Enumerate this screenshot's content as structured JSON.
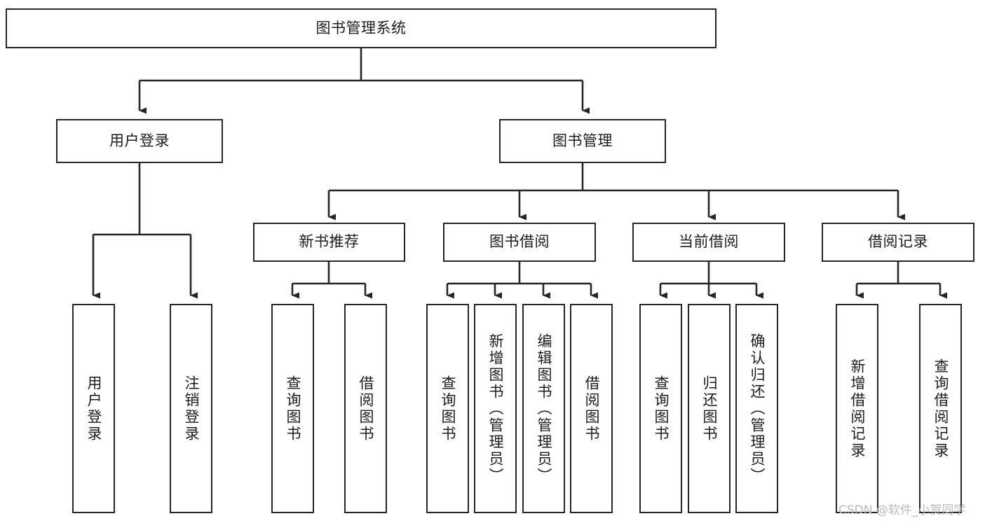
{
  "diagram": {
    "title": "图书管理系统",
    "type": "功能结构图",
    "watermark": "CSDN @软件_小贺同学",
    "colors": {
      "box_border": "#262626",
      "box_fill": "#ffffff",
      "connector": "#262626",
      "text": "#1c1c1c",
      "watermark": "#b9b9b9",
      "background": "#ffffff"
    },
    "levels": [
      {
        "level": 1,
        "nodes": [
          {
            "id": "root",
            "label": "图书管理系统"
          }
        ]
      },
      {
        "level": 2,
        "nodes": [
          {
            "id": "user-login",
            "label": "用户登录",
            "parent": "root"
          },
          {
            "id": "book-management",
            "label": "图书管理",
            "parent": "root"
          }
        ]
      },
      {
        "level": 3,
        "nodes": [
          {
            "id": "new-book-recommend",
            "label": "新书推荐",
            "parent": "book-management"
          },
          {
            "id": "book-borrow",
            "label": "图书借阅",
            "parent": "book-management"
          },
          {
            "id": "current-borrow",
            "label": "当前借阅",
            "parent": "book-management"
          },
          {
            "id": "borrow-record",
            "label": "借阅记录",
            "parent": "book-management"
          }
        ]
      },
      {
        "level": 4,
        "nodes": [
          {
            "id": "leaf-user-login",
            "label": "用户登录",
            "parent": "user-login"
          },
          {
            "id": "leaf-user-logout",
            "label": "注销登录",
            "parent": "user-login"
          },
          {
            "id": "leaf-query-book-rec",
            "label": "查询图书",
            "parent": "new-book-recommend"
          },
          {
            "id": "leaf-borrow-book-rec",
            "label": "借阅图书",
            "parent": "new-book-recommend"
          },
          {
            "id": "leaf-query-book-borrow",
            "label": "查询图书",
            "parent": "book-borrow"
          },
          {
            "id": "leaf-add-book",
            "label": "新增图书（管理员）",
            "parent": "book-borrow"
          },
          {
            "id": "leaf-edit-book",
            "label": "编辑图书（管理员）",
            "parent": "book-borrow"
          },
          {
            "id": "leaf-borrow-book",
            "label": "借阅图书",
            "parent": "book-borrow"
          },
          {
            "id": "leaf-query-book-current",
            "label": "查询图书",
            "parent": "current-borrow"
          },
          {
            "id": "leaf-return-book",
            "label": "归还图书",
            "parent": "current-borrow"
          },
          {
            "id": "leaf-confirm-return",
            "label": "确认归还（管理员）",
            "parent": "current-borrow"
          },
          {
            "id": "leaf-add-record",
            "label": "新增借阅记录",
            "parent": "borrow-record"
          },
          {
            "id": "leaf-query-record",
            "label": "查询借阅记录",
            "parent": "borrow-record"
          }
        ]
      }
    ]
  }
}
